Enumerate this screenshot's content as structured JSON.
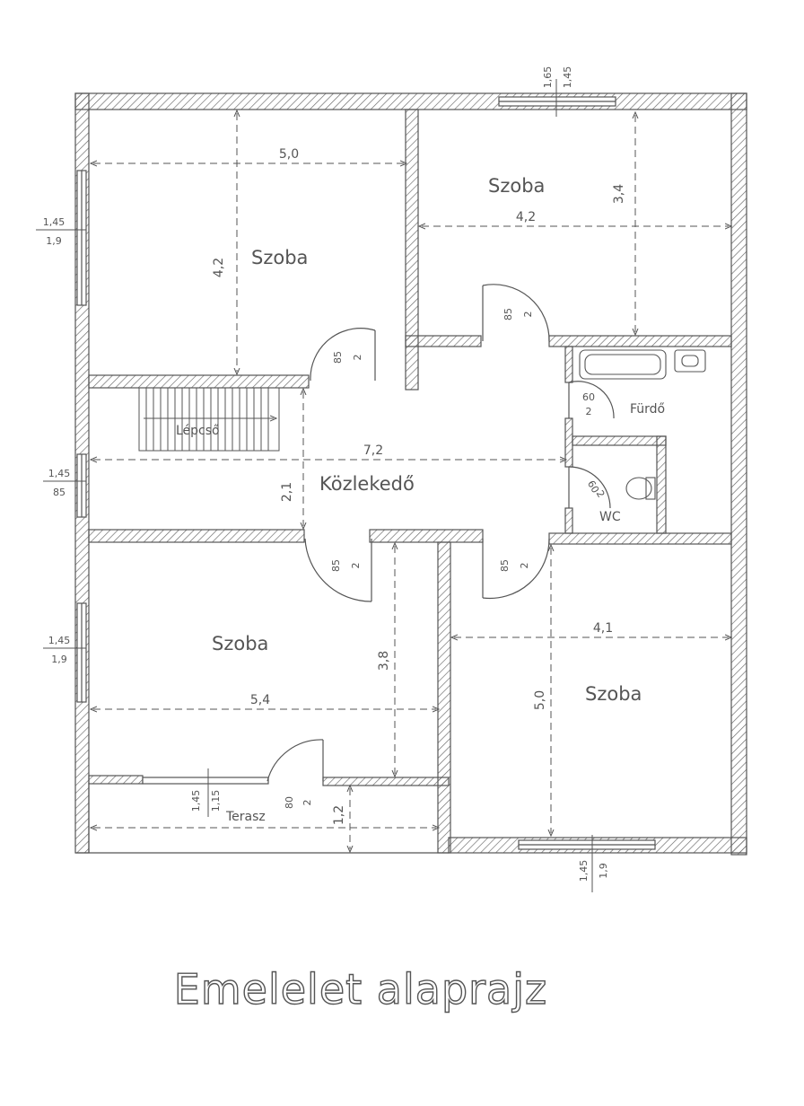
{
  "title": "Emelelet alaprajz",
  "rooms": {
    "top_left": "Szoba",
    "top_right": "Szoba",
    "bottom_left": "Szoba",
    "bottom_right": "Szoba",
    "corridor": "Közlekedő",
    "stairs": "Lépcső",
    "bathroom": "Fürdő",
    "wc": "WC",
    "terrace": "Terasz"
  },
  "dimensions": {
    "tl_width": "5,0",
    "tl_height": "4,2",
    "tr_width": "4,2",
    "tr_height": "3,4",
    "corridor_width": "7,2",
    "corridor_height": "2,1",
    "bl_width": "5,4",
    "bl_height": "3,8",
    "br_width": "4,1",
    "br_height": "5,0",
    "terrace_depth": "1,2"
  },
  "windows": {
    "top_right": [
      "1,65",
      "1,45"
    ],
    "left_upper": [
      "1,45",
      "1,9"
    ],
    "left_middle": [
      "1,45",
      "85"
    ],
    "left_lower": [
      "1,45",
      "1,9"
    ],
    "terrace_door": [
      "1,45",
      "1,15"
    ],
    "bottom_right": [
      "1,45",
      "1,9"
    ]
  },
  "doors": {
    "tl_room": [
      "85",
      "2"
    ],
    "tr_room": [
      "85",
      "2"
    ],
    "bl_room": [
      "85",
      "2"
    ],
    "br_room": [
      "85",
      "2"
    ],
    "terrace": [
      "80",
      "2"
    ],
    "bath": [
      "60",
      "2"
    ],
    "wc": [
      "60",
      "2"
    ]
  }
}
